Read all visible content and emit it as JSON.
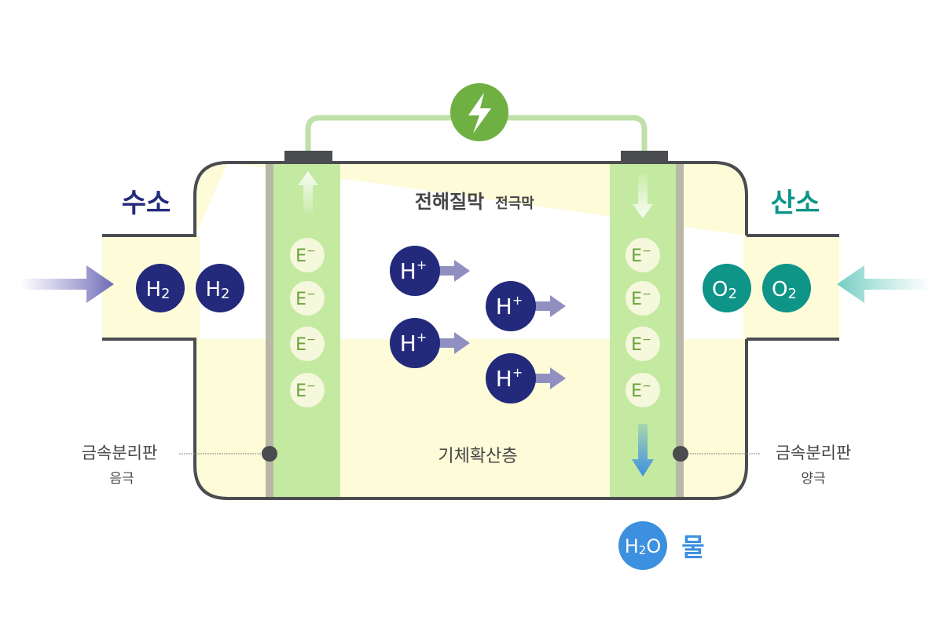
{
  "title_parts": {
    "membrane": "전해질막",
    "electrode": "전극막",
    "gdl": "기체확산층"
  },
  "left": {
    "gas_label": "수소",
    "molecule": "H",
    "molecule_sub": "2",
    "plate_label": "금속분리판",
    "pole_label": "음극"
  },
  "right": {
    "gas_label": "산소",
    "molecule": "O",
    "molecule_sub": "2",
    "plate_label": "금속분리판",
    "pole_label": "양극"
  },
  "electron": {
    "symbol": "E",
    "sup": "−"
  },
  "proton": {
    "symbol": "H",
    "sup": "+"
  },
  "water": {
    "symbol": "H",
    "sub": "2",
    "symbol2": "O",
    "label": "물"
  },
  "colors": {
    "navy": "#232a7b",
    "teal": "#0f9488",
    "green": "#6fb043",
    "blue": "#3d8fe0",
    "cell_fill": "#fdfbd8",
    "strip": "#c4e9a0",
    "border": "#4a4c50"
  }
}
